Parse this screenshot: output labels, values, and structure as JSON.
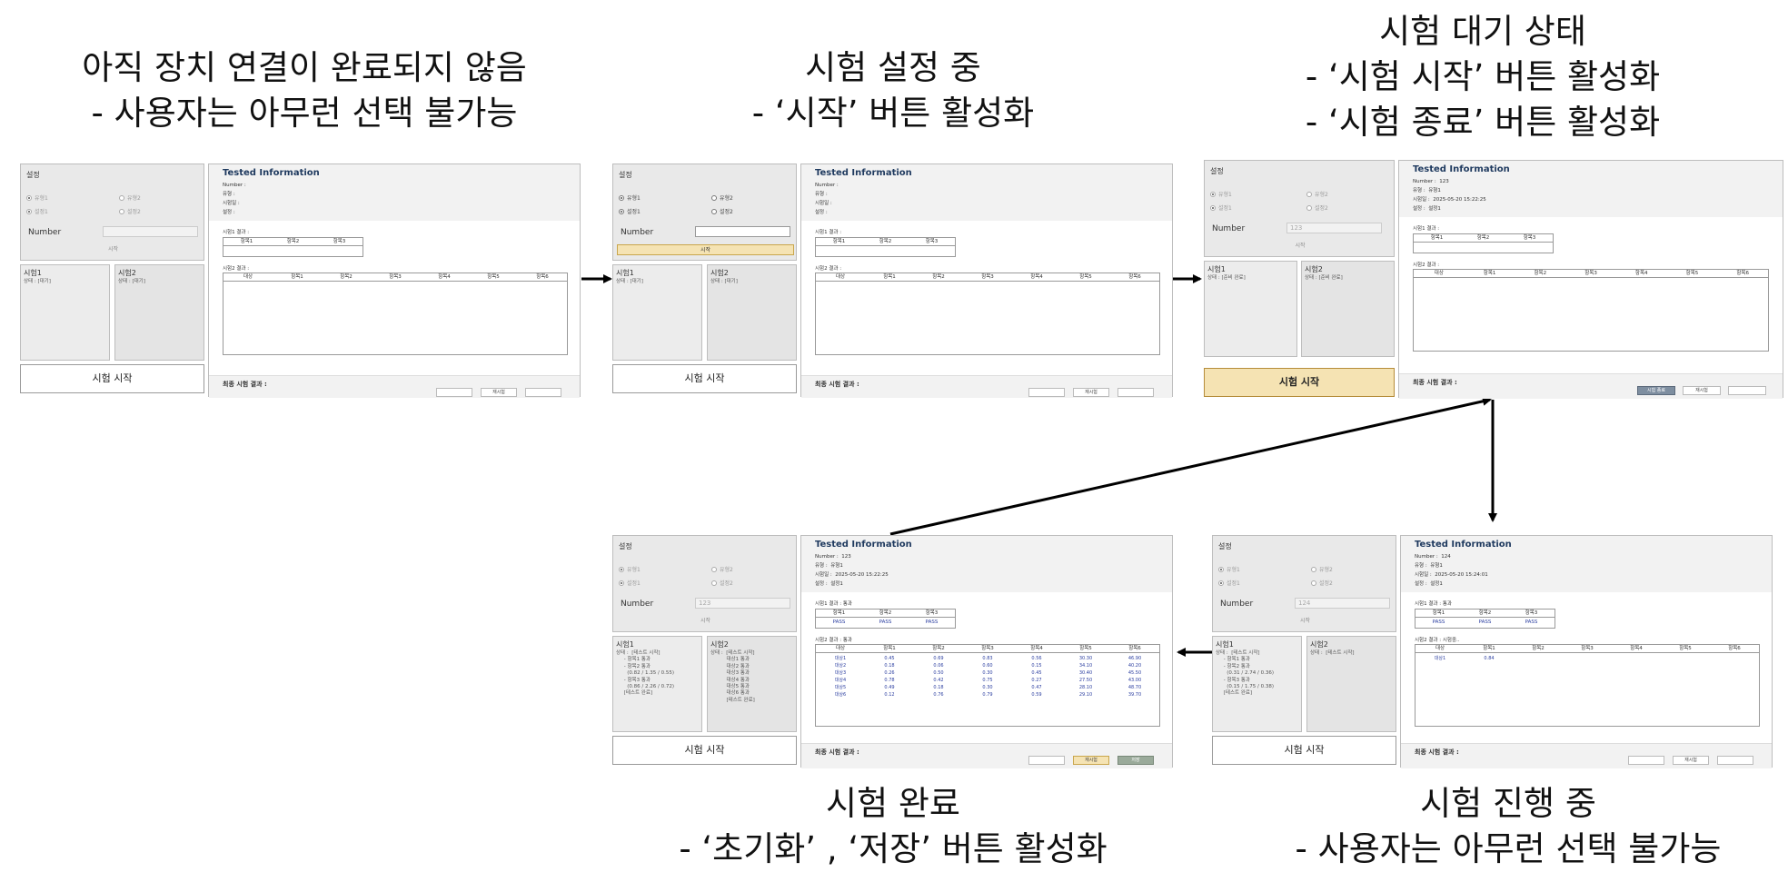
{
  "captions": {
    "c1": [
      "아직 장치 연결이 완료되지 않음",
      "- 사용자는 아무런 선택 불가능"
    ],
    "c2": [
      "시험 설정 중",
      "- ‘시작’ 버튼 활성화"
    ],
    "c3": [
      "시험 대기 상태",
      "-   ‘시험 시작’ 버튼 활성화",
      "-   ‘시험 종료’ 버튼 활성화"
    ],
    "c4": [
      "시험 완료",
      "- ‘초기화’ , ‘저장’ 버튼 활성화"
    ],
    "c5": [
      "시험 진행 중",
      "- 사용자는 아무런 선택 불가능"
    ]
  },
  "common": {
    "settings_title": "설정",
    "radio_type1": "유형1",
    "radio_type2": "유형2",
    "radio_set1": "설정1",
    "radio_set2": "설정2",
    "number_label": "Number",
    "small_start": "시작",
    "test1_title": "시험1",
    "test2_title": "시험2",
    "big_start": "시험 시작",
    "info_title": "Tested Information",
    "t1_label": "시험1 결과 :",
    "t1_headers": [
      "항목1",
      "항목2",
      "항목3"
    ],
    "t2_headers": [
      "대상",
      "항목1",
      "항목2",
      "항목3",
      "항목4",
      "항목5",
      "항목6"
    ],
    "final_label": "최종 시험 결과 :",
    "btn_stop": "시험 종료",
    "btn_reset": "재시험",
    "btn_save": "저장"
  },
  "screens": {
    "s1": {
      "number_value": "",
      "info": "Number :\n유형 :\n시험일 :\n설정 :",
      "t2_label": "시험2 결과 :",
      "test1_status": "상태 : [대기]",
      "test2_status": "상태 : [대기]",
      "t1_results": [
        "",
        "",
        ""
      ]
    },
    "s2": {
      "number_value": "",
      "info": "Number :\n유형 :\n시험일 :\n설정 :",
      "t2_label": "시험2 결과 :",
      "test1_status": "상태 : [대기]",
      "test2_status": "상태 : [대기]",
      "t1_results": [
        "",
        "",
        ""
      ]
    },
    "s3": {
      "number_value": "123",
      "info": "Number :  123\n유형 :  유형1\n시험일 :  2025-05-20 15:22:25\n설정 :  설정1",
      "t2_label": "시험2 결과 :",
      "test1_status": "상태 : [준비 완료]",
      "test2_status": "상태 : [준비 완료]",
      "t1_results": [
        "",
        "",
        ""
      ]
    },
    "s4": {
      "number_value": "123",
      "info": "Number :  123\n유형 :  유형1\n시험일 :  2025-05-20 15:22:25\n설정 :  설정1",
      "t1_label_full": "시험1 결과 : 통과",
      "t2_label": "시험2 결과 : 통과",
      "test1_status": "상태 :  [테스트 시작]\n     - 항목1 통과\n     - 항목2 통과\n       (0.82 / 1.35 / 0.55)\n     - 항목3 통과\n       (0.86 / 2.26 / 0.72)\n     [테스트 완료]",
      "test2_status": "상태 :  [테스트 시작]\n          대상1 통과\n          대상2 통과\n          대상3 통과\n          대상4 통과\n          대상5 통과\n          대상6 통과\n          [테스트 완료]",
      "t1_results": [
        "PASS",
        "PASS",
        "PASS"
      ],
      "t2_rows": [
        [
          "대상1",
          "0.45",
          "0.69",
          "0.83",
          "0.56",
          "30.30",
          "46.90"
        ],
        [
          "대상2",
          "0.18",
          "0.06",
          "0.60",
          "0.15",
          "34.10",
          "40.20"
        ],
        [
          "대상3",
          "0.26",
          "0.50",
          "0.30",
          "0.45",
          "30.40",
          "45.50"
        ],
        [
          "대상4",
          "0.78",
          "0.42",
          "0.75",
          "0.27",
          "27.50",
          "43.00"
        ],
        [
          "대상5",
          "0.49",
          "0.18",
          "0.30",
          "0.47",
          "28.10",
          "48.70"
        ],
        [
          "대상6",
          "0.12",
          "0.76",
          "0.79",
          "0.59",
          "29.10",
          "39.70"
        ]
      ]
    },
    "s5": {
      "number_value": "124",
      "info": "Number :  124\n유형 :  유형1\n시험일 :  2025-05-20 15:24:01\n설정 :  설정1",
      "t1_label_full": "시험1 결과 : 통과",
      "t2_label": "시험2 결과 : 시험중..",
      "test1_status": "상태 :  [테스트 시작]\n     - 항목1 통과\n     - 항목2 통과\n       (0.31 / 2.74 / 0.36)\n     - 항목3 통과\n       (0.15 / 1.75 / 0.38)\n     [테스트 완료]",
      "test2_status": "상태 :  [테스트 시작]",
      "t1_results": [
        "PASS",
        "PASS",
        "PASS"
      ],
      "t2_rows": [
        [
          "대상1",
          "0.84",
          "",
          "",
          "",
          "",
          ""
        ]
      ]
    }
  }
}
